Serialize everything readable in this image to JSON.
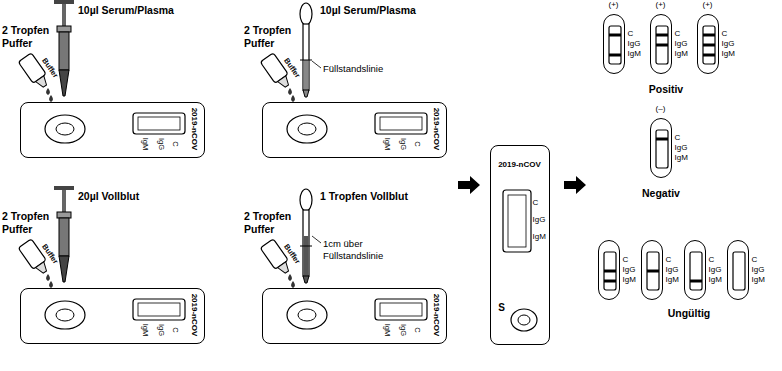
{
  "diagram": {
    "nodes": [
      {
        "text": [
          "2019-nCOV",
          "C",
          "IgG",
          "IgM"
        ]
      },
      {
        "text": [
          "2019-nCOV",
          "C",
          "IgG",
          "IgM"
        ]
      },
      {
        "text": [
          "2019-nCOV",
          "C",
          "IgG",
          "IgM"
        ]
      },
      {
        "text": [
          "2019-nCOV",
          "C",
          "IgG",
          "IgM"
        ]
      },
      {
        "text": [
          "2019-nCOV",
          "C",
          "IgG",
          "IgM",
          "S"
        ]
      },
      {
        "text": [
          "(+)",
          "C",
          "IgG",
          "IgM"
        ]
      },
      {
        "text": [
          "(+)",
          "C",
          "IgG",
          "IgM"
        ]
      },
      {
        "text": [
          "(+)",
          "C",
          "IgG",
          "IgM"
        ]
      },
      {
        "text": [
          "(–)",
          "C",
          "IgG",
          "IgM"
        ]
      },
      {
        "text": [
          "C",
          "IgG",
          "IgM"
        ]
      },
      {
        "text": [
          "C",
          "IgG",
          "IgM"
        ]
      },
      {
        "text": [
          "C",
          "IgG",
          "IgM"
        ]
      },
      {
        "text": [
          "C",
          "IgG",
          "IgM"
        ]
      }
    ],
    "labels": [
      "2 Tropfen Puffer",
      "10µl Serum/Plasma",
      "Buffer",
      "2 Tropfen Puffer",
      "10µl Serum/Plasma",
      "Füllstandslinie",
      "Buffer",
      "2 Tropfen Puffer",
      "20µl Vollblut",
      "Buffer",
      "2 Tropfen Puffer",
      "1 Tropfen Vollblut",
      "1cm über Füllstandslinie",
      "Buffer",
      "Positiv",
      "Negativ",
      "Ungültig"
    ]
  }
}
